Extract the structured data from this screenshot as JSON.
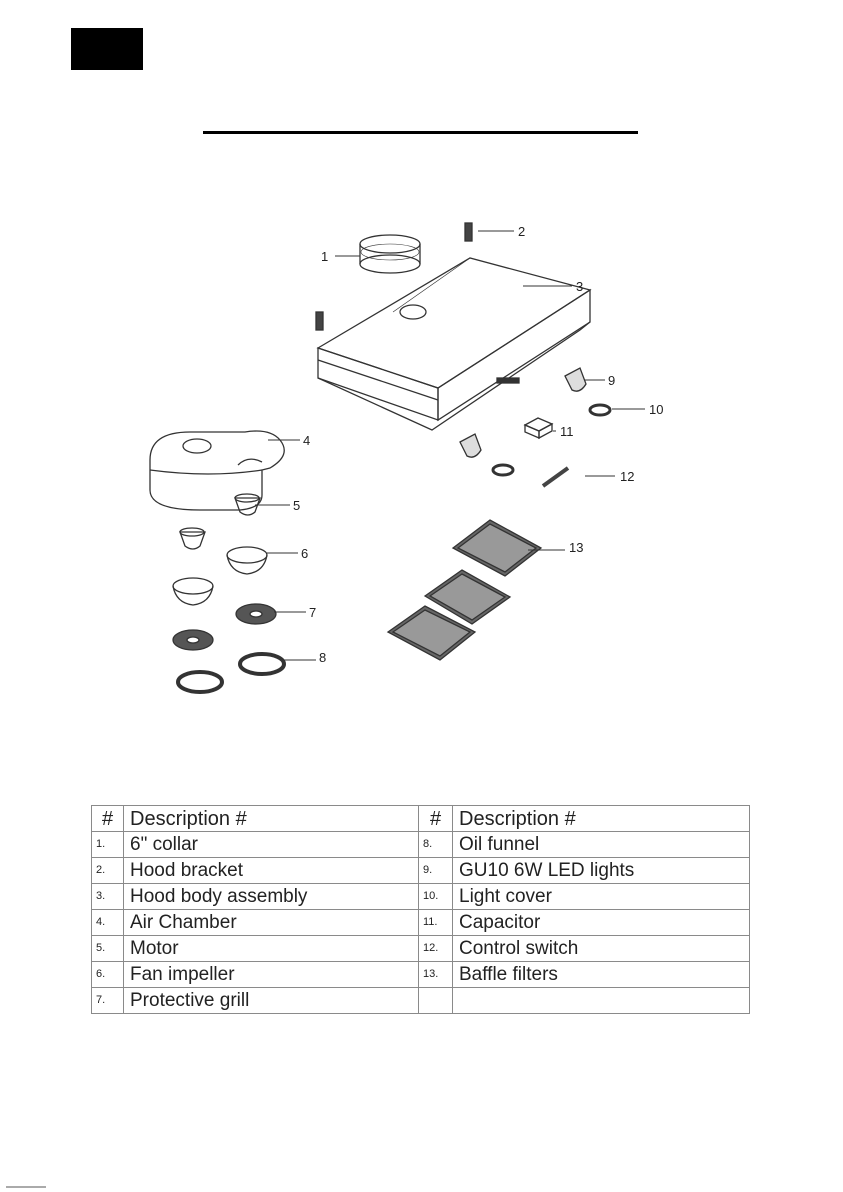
{
  "table": {
    "headers": [
      "#",
      "Description #",
      "#",
      "Description #"
    ],
    "rows": [
      {
        "num_left": "1.",
        "desc_left": "6\" collar",
        "num_right": "8.",
        "desc_right": "Oil funnel"
      },
      {
        "num_left": "2.",
        "desc_left": "Hood bracket",
        "num_right": "9.",
        "desc_right": "GU10 6W LED lights"
      },
      {
        "num_left": "3.",
        "desc_left": "Hood body assembly",
        "num_right": "10.",
        "desc_right": "Light cover"
      },
      {
        "num_left": "4.",
        "desc_left": "Air Chamber",
        "num_right": "11.",
        "desc_right": "Capacitor"
      },
      {
        "num_left": "5.",
        "desc_left": "Motor",
        "num_right": "12.",
        "desc_right": "Control switch"
      },
      {
        "num_left": "6.",
        "desc_left": "Fan impeller",
        "num_right": "13.",
        "desc_right": "Baffle filters"
      },
      {
        "num_left": "7.",
        "desc_left": "Protective grill",
        "num_right": "",
        "desc_right": ""
      }
    ]
  },
  "callouts": [
    "1",
    "2",
    "3",
    "4",
    "5",
    "6",
    "7",
    "8",
    "9",
    "10",
    "11",
    "12",
    "13"
  ]
}
